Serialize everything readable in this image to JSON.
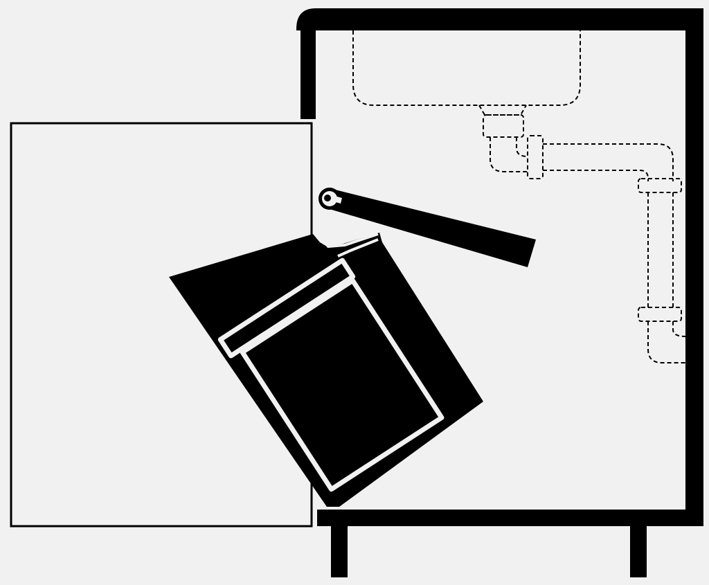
{
  "diagram": {
    "background_color": "#f1f1f1",
    "ink_color": "#000000",
    "panel_color": "#f1f1f1",
    "hidden_line_color": "#000000",
    "parts": {
      "cabinet": "cabinet-outline",
      "door": "cabinet-door-panel",
      "sink": "sink-basin-hidden",
      "drain": "drain-trap-hidden",
      "arm": "door-link-arm",
      "bin": "waste-bin-unit",
      "legs": "cabinet-legs"
    }
  }
}
